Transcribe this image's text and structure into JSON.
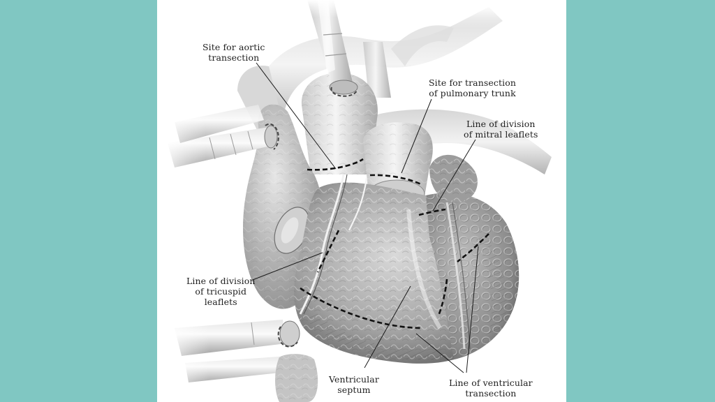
{
  "background": {
    "color": "#80C7C2",
    "panel_color": "#FFFFFF"
  },
  "figure": {
    "subject": "anterior view of heart with cannulas and dissection lines",
    "labels": {
      "aortic": {
        "line1": "Site for aortic",
        "line2": "transection"
      },
      "pulmonary": {
        "line1": "Site for transection",
        "line2": "of pulmonary trunk"
      },
      "mitral": {
        "line1": "Line of division",
        "line2": "of mitral leaflets"
      },
      "tricuspid": {
        "line1": "Line of division",
        "line2": "of tricuspid",
        "line3": "leaflets"
      },
      "septum": {
        "line1": "Ventricular",
        "line2": "septum"
      },
      "ventricular": {
        "line1": "Line of ventricular",
        "line2": "transection"
      }
    }
  }
}
